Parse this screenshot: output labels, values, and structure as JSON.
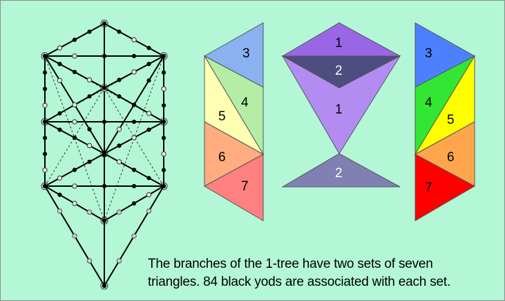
{
  "caption": {
    "line1": "The branches of the 1-tree have two sets of seven",
    "line2": "triangles. 84 black yods are associated with each set."
  },
  "left_set": {
    "labels": [
      "3",
      "4",
      "5",
      "6",
      "7"
    ],
    "colors": [
      "#8ab2f0",
      "#b3eda6",
      "#ffffb3",
      "#ffad80",
      "#ff8080"
    ]
  },
  "center_set": {
    "labels": [
      "1",
      "2",
      "1",
      "2"
    ],
    "colors": [
      "#9966e6",
      "#4d4d80",
      "#b38cf2",
      "#8080b3"
    ],
    "label_colors": [
      "#000000",
      "#ffffff",
      "#000000",
      "#ffffff"
    ]
  },
  "right_set": {
    "labels": [
      "3",
      "4",
      "5",
      "6",
      "7"
    ],
    "colors": [
      "#4d80ff",
      "#33e633",
      "#ffff00",
      "#ffa64d",
      "#ff0000"
    ]
  }
}
